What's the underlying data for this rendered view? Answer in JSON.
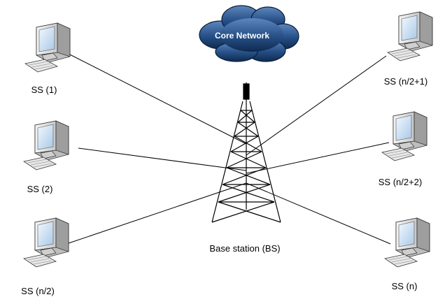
{
  "cloud": {
    "label": "Core Network",
    "color": "#1b3a66"
  },
  "base_station": {
    "label": "Base station (BS)"
  },
  "stations": [
    {
      "label": "SS (1)"
    },
    {
      "label": "SS (2)"
    },
    {
      "label": "SS (n/2)"
    },
    {
      "label": "SS (n/2+1)"
    },
    {
      "label": "SS (n/2+2)"
    },
    {
      "label": "SS (n)"
    }
  ],
  "colors": {
    "line": "#000000",
    "monitor_body": "#e6e6e6",
    "screen": "#d8eaf8"
  }
}
